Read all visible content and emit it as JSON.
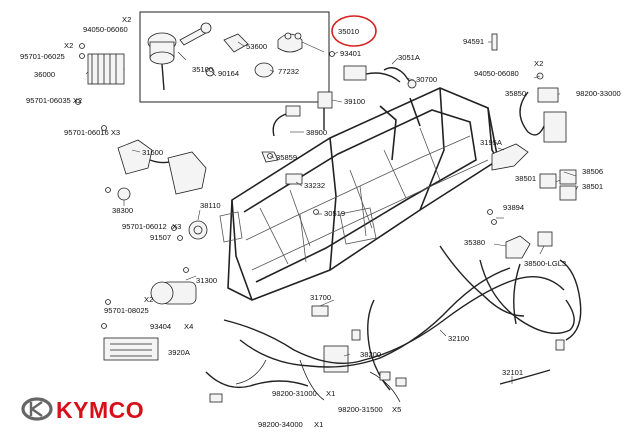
{
  "brand": {
    "name": "KYMCO",
    "color": "#d6101a",
    "emblem_color": "#666666"
  },
  "highlight": {
    "part": "35010",
    "color": "#d81e1e"
  },
  "callouts": {
    "p35010": "35010",
    "p35100": "35100",
    "p53600": "53600",
    "p90164": "90164",
    "p77232": "77232",
    "p93401": "93401",
    "p3051A": "3051A",
    "p30700": "30700",
    "p94591": "94591",
    "p94050_06080": "94050-06080",
    "p94050_06080_x": "X2",
    "p35850": "35850",
    "p98200_33000": "98200-33000",
    "p94050_06060": "94050-06060",
    "p94050_06060_x": "X2",
    "p95701_06025": "95701-06025",
    "p95701_06025_x": "X2",
    "p36000": "36000",
    "p95701_06035": "95701-06035 X2",
    "p39100": "39100",
    "p38900": "38900",
    "p95701_06016": "95701-06016 X3",
    "p31600": "31600",
    "p35859": "35859",
    "p33232": "33232",
    "p3195A": "3195A",
    "p38506": "38506",
    "p38501a": "38501",
    "p38501b": "38501",
    "p38300": "38300",
    "p38110": "38110",
    "p95701_06012": "95701-06012",
    "p95701_06012_x": "X3",
    "p91507": "91507",
    "p30519": "30519",
    "p93894": "93894",
    "p35380": "35380",
    "p38500": "38500-LGL3",
    "p31300": "31300",
    "p31700": "31700",
    "p95701_08025": "95701-08025",
    "p95701_08025_x": "X2",
    "p93404": "93404",
    "p93404_x": "X4",
    "p3920A": "3920A",
    "p38200": "38200",
    "p32100": "32100",
    "p32101": "32101",
    "p98200_31000": "98200-31000",
    "p98200_31000_x": "X1",
    "p98200_31500": "98200-31500",
    "p98200_31500_x": "X5",
    "p98200_34000": "98200-34000",
    "p98200_34000_x": "X1"
  }
}
